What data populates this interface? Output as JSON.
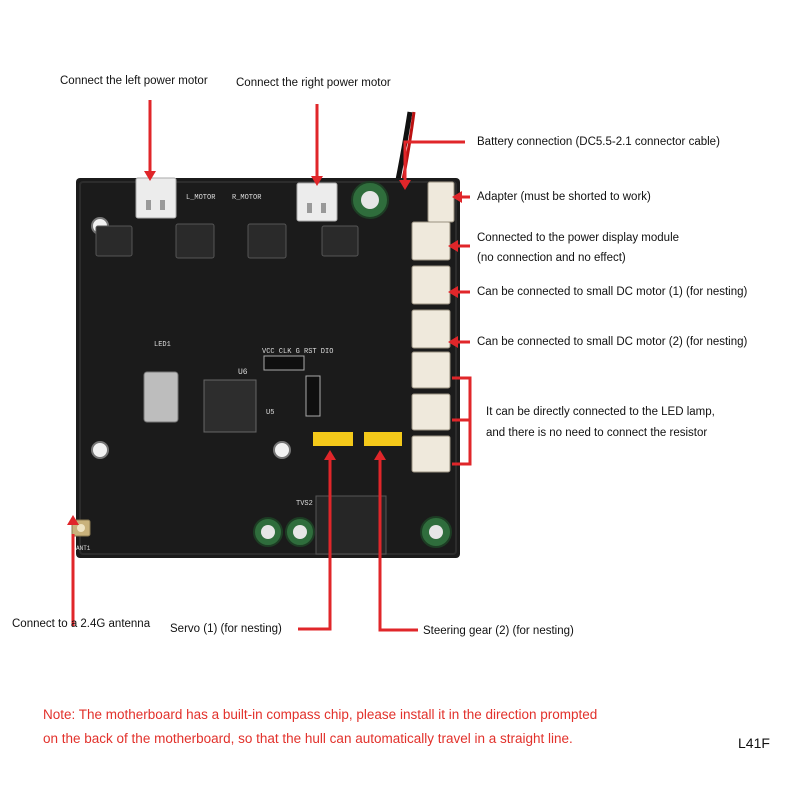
{
  "colors": {
    "leader": "#e0262a",
    "board": "#1b1b1b",
    "note": "#e2312b"
  },
  "labels": {
    "left_motor": "Connect the left power motor",
    "right_motor": "Connect the right power motor",
    "battery": "Battery connection (DC5.5-2.1 connector cable)",
    "adapter": "Adapter (must be shorted to work)",
    "power_display_1": "Connected to the power display module",
    "power_display_2": "(no connection and no effect)",
    "dc_motor_1": "Can be connected to small DC motor (1) (for nesting)",
    "dc_motor_2": "Can be connected to small DC motor (2) (for nesting)",
    "led_1": "It can be directly connected to the LED lamp,",
    "led_2": "and there is no need to connect the resistor",
    "antenna": "Connect to a 2.4G antenna",
    "servo_1": "Servo (1) (for nesting)",
    "servo_2": "Steering gear (2) (for nesting)"
  },
  "board_text": {
    "l_motor": "L_MOTOR",
    "r_motor": "R_MOTOR",
    "ant": "ANT1",
    "vcc_row": "VCC CLK G RST DIO",
    "led1": "LED1",
    "u6": "U6",
    "u5": "U5",
    "tvs2": "TVS2"
  },
  "note": {
    "line1": "Note: The motherboard has a built-in compass chip, please install it in the direction prompted",
    "line2": "on the back of the motherboard, so that the hull can automatically travel in a straight line."
  },
  "code": "L41F"
}
